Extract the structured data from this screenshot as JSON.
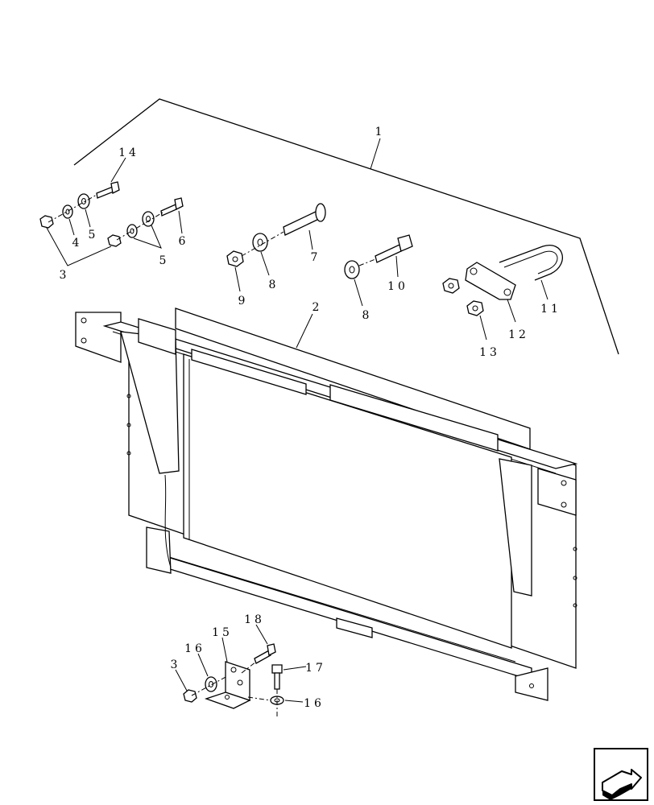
{
  "callouts": [
    {
      "id": "c1",
      "text": "1"
    },
    {
      "id": "c2",
      "text": "2"
    },
    {
      "id": "c3a",
      "text": "3"
    },
    {
      "id": "c3b",
      "text": "3"
    },
    {
      "id": "c4",
      "text": "4"
    },
    {
      "id": "c5a",
      "text": "5"
    },
    {
      "id": "c5b",
      "text": "5"
    },
    {
      "id": "c6",
      "text": "6"
    },
    {
      "id": "c7",
      "text": "7"
    },
    {
      "id": "c8a",
      "text": "8"
    },
    {
      "id": "c8b",
      "text": "8"
    },
    {
      "id": "c9",
      "text": "9"
    },
    {
      "id": "c10",
      "text": "10"
    },
    {
      "id": "c11",
      "text": "11"
    },
    {
      "id": "c12",
      "text": "12"
    },
    {
      "id": "c13",
      "text": "13"
    },
    {
      "id": "c14",
      "text": "14"
    },
    {
      "id": "c15",
      "text": "15"
    },
    {
      "id": "c16a",
      "text": "16"
    },
    {
      "id": "c16b",
      "text": "16"
    },
    {
      "id": "c17",
      "text": "17"
    },
    {
      "id": "c18",
      "text": "18"
    }
  ],
  "nav_icon": "next-page-arrow-icon"
}
